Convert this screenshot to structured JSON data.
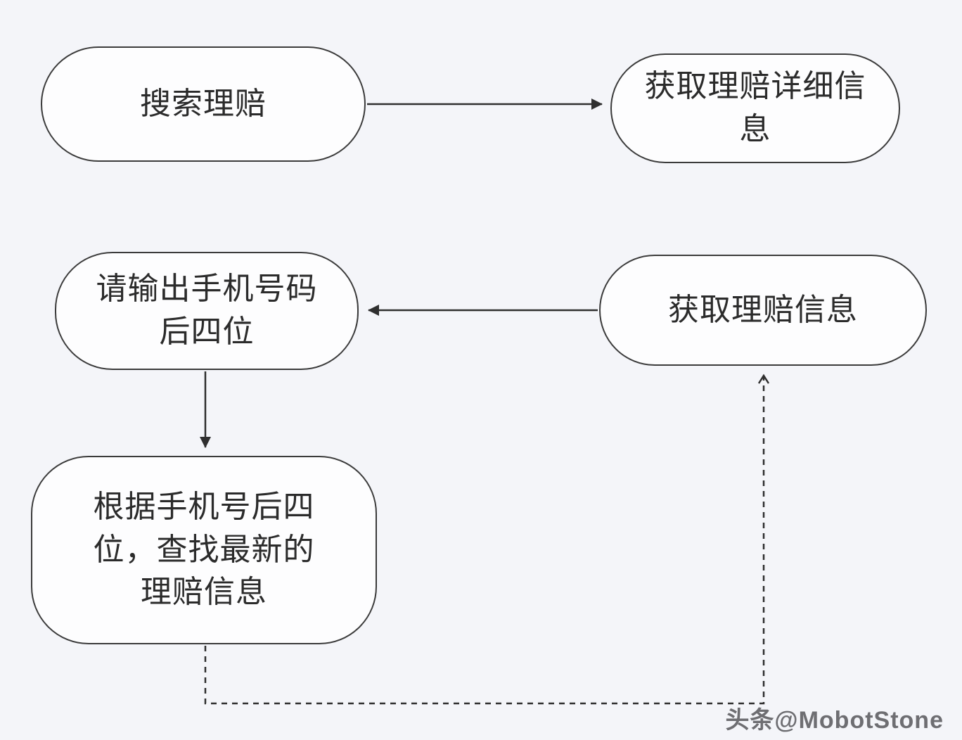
{
  "diagram": {
    "background_color": "#f4f5f9",
    "node_fill_color": "#fdfdfe",
    "node_border_color": "#3b3b3b",
    "text_color": "#2b2b2b",
    "nodes": [
      {
        "id": "search-claim",
        "label": "搜索理赔"
      },
      {
        "id": "get-claim-detail-info",
        "label": "获取理赔详细信息"
      },
      {
        "id": "prompt-phone-last4",
        "label": "请输出手机号码后四位"
      },
      {
        "id": "get-claim-info",
        "label": "获取理赔信息"
      },
      {
        "id": "find-latest-claim",
        "label": "根据手机号后四位，查找最新的理赔信息"
      }
    ],
    "edges": [
      {
        "from": "search-claim",
        "to": "get-claim-detail-info",
        "style": "solid",
        "direction": "right"
      },
      {
        "from": "get-claim-info",
        "to": "prompt-phone-last4",
        "style": "solid",
        "direction": "left"
      },
      {
        "from": "prompt-phone-last4",
        "to": "find-latest-claim",
        "style": "solid",
        "direction": "down"
      },
      {
        "from": "find-latest-claim",
        "to": "get-claim-info",
        "style": "dashed",
        "direction": "down-right-up"
      }
    ],
    "watermark": "头条@MobotStone"
  }
}
